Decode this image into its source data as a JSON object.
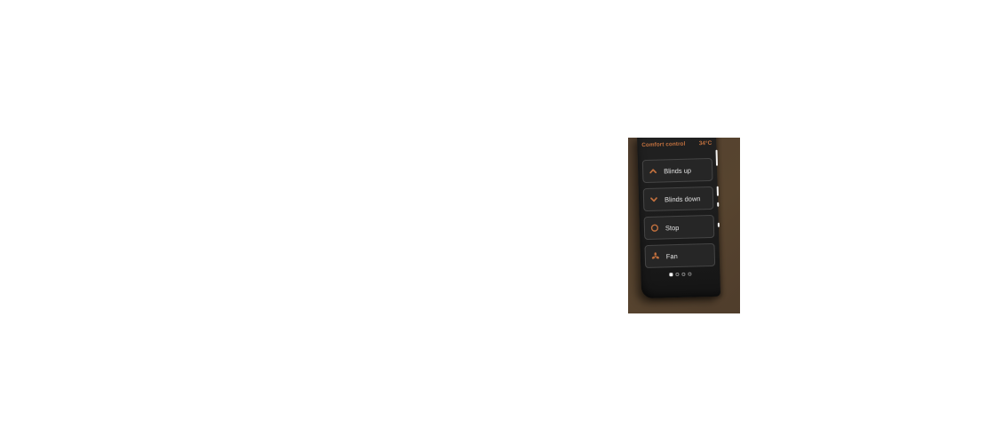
{
  "device": {
    "colors": {
      "accent": "#c1703e",
      "screen-bg": "#1d1d1d",
      "button-bg": "#262626",
      "button-border": "#454545",
      "label": "#e4e4e4",
      "wall": "#544130"
    },
    "screen": {
      "header": {
        "title": "Comfort control",
        "temperature": "34°C"
      },
      "buttons": [
        {
          "label": "Blinds up",
          "icon": "chevron-up-icon"
        },
        {
          "label": "Blinds down",
          "icon": "chevron-down-icon"
        },
        {
          "label": "Stop",
          "icon": "stop-circle-icon"
        },
        {
          "label": "Fan",
          "icon": "fan-icon"
        }
      ],
      "pagination": {
        "pages": 4,
        "active_page": 1
      }
    }
  }
}
